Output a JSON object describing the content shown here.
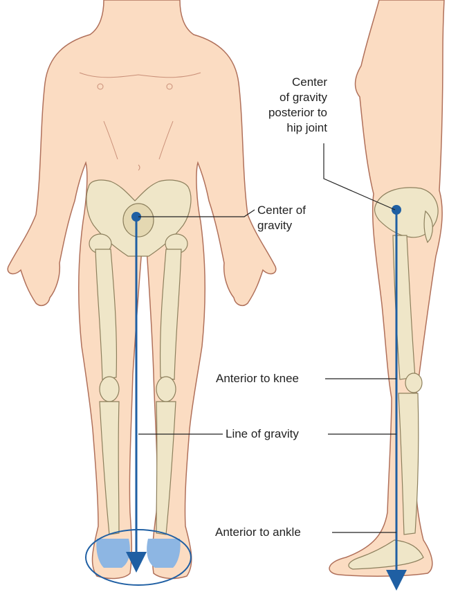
{
  "colors": {
    "skin": "#fbdcc2",
    "skin_outline": "#b0705a",
    "bone": "#efe6c8",
    "bone_outline": "#8c7f5c",
    "gravity_line": "#1f5fa3",
    "foot_highlight": "#8db6e3",
    "leader": "#222222"
  },
  "labels": {
    "cog_posterior": [
      "Center",
      "of gravity",
      "posterior to",
      "hip joint"
    ],
    "center_of_gravity": [
      "Center of",
      "gravity"
    ],
    "anterior_knee": "Anterior to knee",
    "line_of_gravity": "Line of gravity",
    "anterior_ankle": "Anterior to ankle"
  }
}
